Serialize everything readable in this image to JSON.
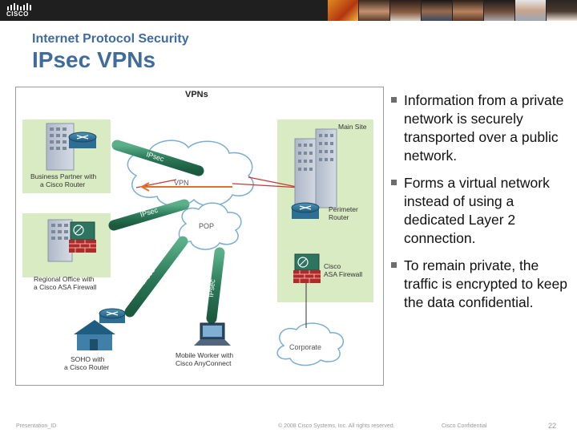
{
  "brand": {
    "logo_text": "CISCO"
  },
  "header": {
    "subtitle": "Internet Protocol Security",
    "title": "IPsec VPNs"
  },
  "diagram": {
    "title": "VPNs",
    "labels": {
      "main_site": "Main Site",
      "vpn": "VPN",
      "pop": "POP",
      "corporate": "Corporate",
      "perimeter_router_1": "Perimeter",
      "perimeter_router_2": "Router",
      "cisco_asa_1": "Cisco",
      "cisco_asa_2": "ASA Firewall",
      "business_partner_1": "Business Partner with",
      "business_partner_2": "a Cisco Router",
      "regional_office_1": "Regional Office with",
      "regional_office_2": "a Cisco ASA Firewall",
      "soho_1": "SOHO with",
      "soho_2": "a Cisco Router",
      "mobile_worker_1": "Mobile Worker with",
      "mobile_worker_2": "Cisco AnyConnect"
    },
    "tunnel_label": "IPsec"
  },
  "bullets": [
    "Information from a private network is securely transported over a public network.",
    "Forms a virtual network instead of using a dedicated Layer 2 connection.",
    "To remain private, the traffic is encrypted to keep the data confidential."
  ],
  "footer": {
    "left": "Presentation_ID",
    "copyright": "© 2008 Cisco Systems, Inc. All rights reserved.",
    "confidential": "Cisco Confidential",
    "page": "22"
  },
  "colors": {
    "accent": "#3f6c9d",
    "site_bg": "#d8ebc3",
    "tunnel": "#2c7a5a",
    "cloud_stroke": "#7aaed2"
  }
}
